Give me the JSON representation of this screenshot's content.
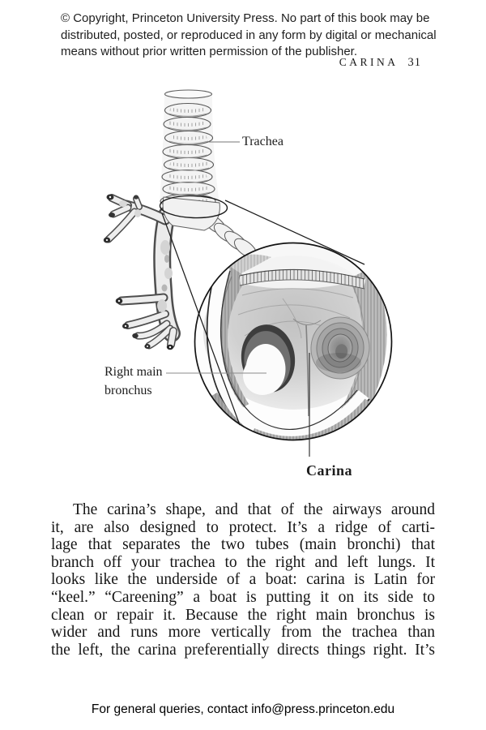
{
  "page": {
    "copyright_lines": [
      "© Copyright, Princeton University Press. No part of this book may be",
      "distributed, posted, or reproduced in any form by digital or mechanical",
      "means without prior written permission of the publisher."
    ],
    "running_head": {
      "chapter": "CARINA",
      "page_number": "31"
    },
    "figure": {
      "trachea_label": "Trachea",
      "right_main_bronchus_label": "Right main\nbronchus",
      "carina_label": "Carina"
    },
    "body_lines": [
      "The carina’s shape, and that of the airways around",
      "it, are also designed to protect. It’s a ridge of carti-",
      "lage that separates the two tubes (main bronchi) that",
      "branch off your trachea to the right and left lungs. It",
      "looks like the underside of a boat: carina is Latin for",
      "“keel.” “Careening” a boat is putting it on its side to",
      "clean or repair it. Because the right main bronchus is",
      "wider and runs more vertically from the trachea than",
      "the left, the carina preferentially directs things right. It’s"
    ],
    "footer": "For general queries, contact info@press.princeton.edu",
    "colors": {
      "text": "#1b1b1b",
      "leader_line": "#8b8b8b",
      "drawing_stroke": "#555555"
    }
  }
}
